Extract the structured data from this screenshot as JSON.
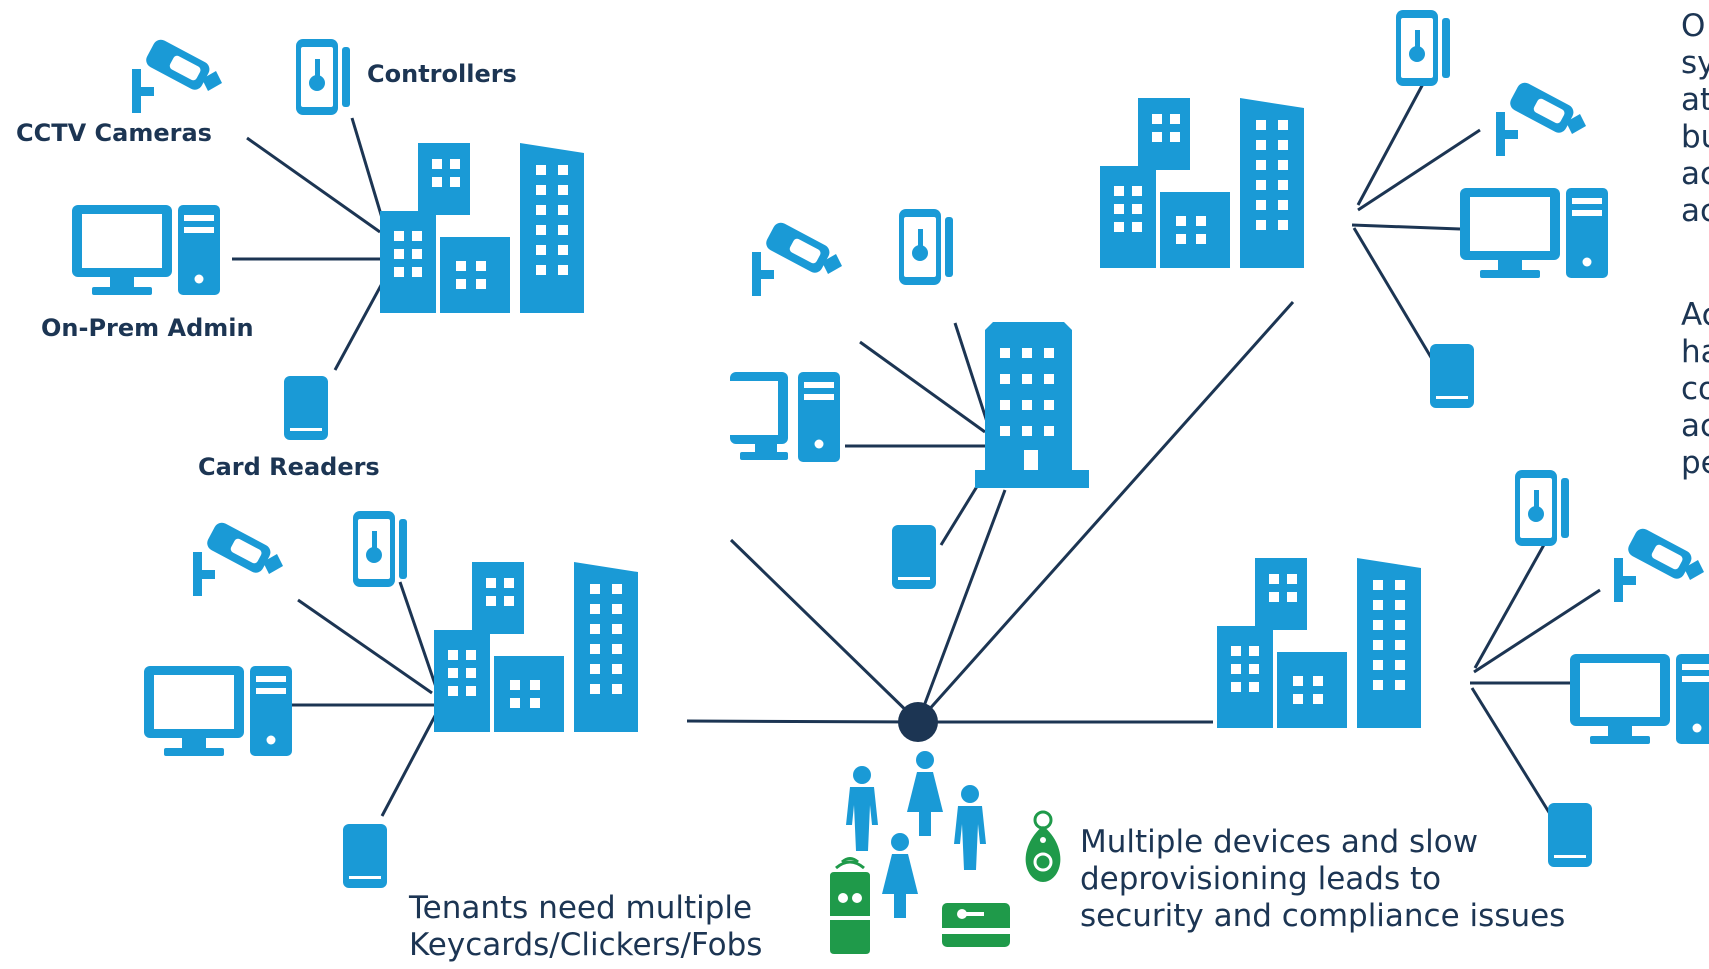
{
  "labels": {
    "controllers": "Controllers",
    "cctv_cameras": "CCTV Cameras",
    "on_prem_admin": "On-Prem Admin",
    "card_readers": "Card Readers"
  },
  "captions": {
    "tenants_line1": "Tenants need multiple",
    "tenants_line2": "Keycards/Clickers/Fobs",
    "issues_line1": "Multiple devices and slow",
    "issues_line2": "deprovisioning leads to",
    "issues_line3": "security and compliance issues"
  },
  "side_text_cropped": {
    "block1": [
      "O",
      "sy",
      "at",
      "bu",
      "ac",
      "ac"
    ],
    "block2": [
      "Ac",
      "ha",
      "co",
      "ac",
      "pe"
    ]
  },
  "icons": [
    "cctv-camera-icon",
    "controller-icon",
    "desktop-computer-icon",
    "card-reader-icon",
    "office-buildings-icon",
    "tenant-people-icon",
    "key-fob-icon",
    "keycard-icon",
    "clicker-icon"
  ],
  "colors": {
    "icon_blue": "#1a9ad6",
    "line_navy": "#1c3553",
    "tenant_green": "#1f9a4a"
  }
}
